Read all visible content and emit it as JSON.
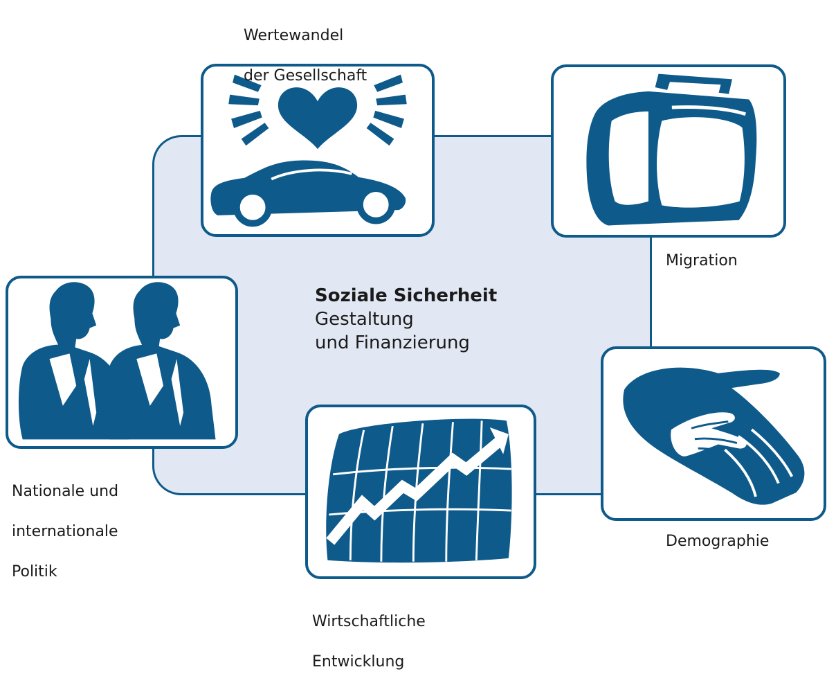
{
  "center": {
    "title": "Soziale Sicherheit",
    "line1": "Gestaltung",
    "line2": "und Finanzierung"
  },
  "topics": {
    "werte": {
      "line1": "Wertewandel",
      "line2": "der Gesellschaft",
      "icon": "heart-and-car-icon"
    },
    "migration": {
      "label": "Migration",
      "icon": "suitcase-icon"
    },
    "politik": {
      "line1": "Nationale und",
      "line2": "internationale",
      "line3": "Politik",
      "icon": "two-men-icon"
    },
    "wirtschaft": {
      "line1": "Wirtschaftliche",
      "line2": "Entwicklung",
      "icon": "growth-chart-icon"
    },
    "demographie": {
      "label": "Demographie",
      "icon": "young-and-old-hands-icon"
    }
  },
  "colors": {
    "accent": "#0e5a8a",
    "panel": "#e2e8f3"
  }
}
